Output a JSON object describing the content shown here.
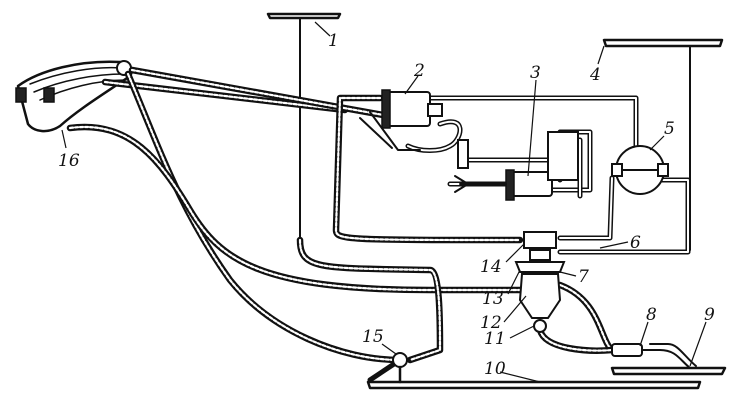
{
  "labels": [
    {
      "id": "car-body-mount",
      "text": "1"
    },
    {
      "id": "main-cylinder-left",
      "text": "2"
    },
    {
      "id": "main-cylinder-right",
      "text": "3"
    },
    {
      "id": "frame-mount",
      "text": "4"
    },
    {
      "id": "vacuum-reservoir",
      "text": "5"
    },
    {
      "id": "supply-line",
      "text": "6"
    },
    {
      "id": "filter-housing",
      "text": "7"
    },
    {
      "id": "check-valve",
      "text": "8"
    },
    {
      "id": "floor-plate",
      "text": "9"
    },
    {
      "id": "lower-line",
      "text": "10"
    },
    {
      "id": "outlet-fitting",
      "text": "11"
    },
    {
      "id": "filter-element",
      "text": "12"
    },
    {
      "id": "cover",
      "text": "13"
    },
    {
      "id": "tee-connector",
      "text": "14"
    },
    {
      "id": "tee-fitting",
      "text": "15"
    },
    {
      "id": "headlamps",
      "text": "16"
    }
  ]
}
